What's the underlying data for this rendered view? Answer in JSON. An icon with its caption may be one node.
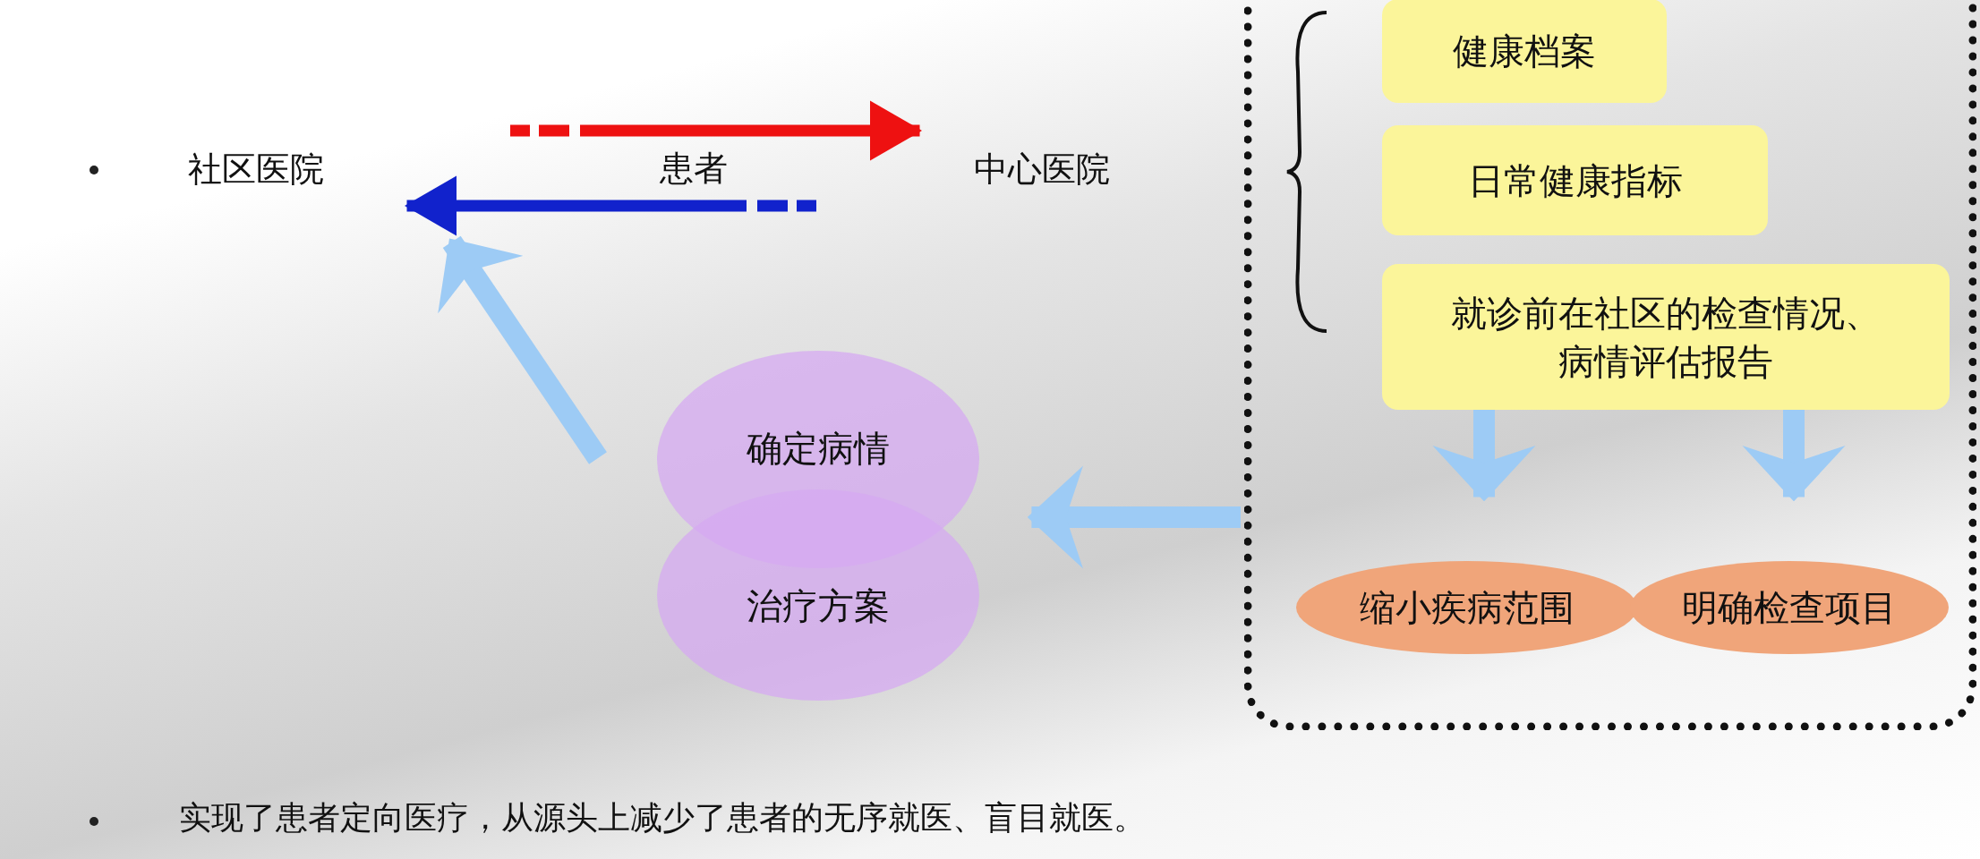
{
  "diagram": {
    "nodes": [
      {
        "text": [
          "社区医院"
        ]
      },
      {
        "text": [
          "患者"
        ]
      },
      {
        "text": [
          "中心医院"
        ]
      },
      {
        "text": [],
        "shape": "box"
      },
      {
        "text": [
          "健康档案"
        ],
        "in": 3
      },
      {
        "text": [
          "日常健康指标"
        ],
        "in": 3
      },
      {
        "text": [
          "就诊前在社区的检查情况、病情评估报告"
        ],
        "in": 3
      },
      {
        "text": [
          "缩小疾病范围"
        ],
        "in": 3
      },
      {
        "text": [
          "明确检查项目"
        ],
        "in": 3
      },
      {
        "text": [
          "确定病情"
        ]
      },
      {
        "text": [
          "治疗方案"
        ]
      }
    ],
    "edges": [
      {
        "from": 0,
        "to": 2,
        "arrow": "to",
        "style": "dashed",
        "color": "#ee1111"
      },
      {
        "from": 2,
        "to": 0,
        "arrow": "to",
        "style": "dashed",
        "color": "#1122cc"
      },
      {
        "from": 9,
        "to": 0,
        "arrow": "to"
      },
      {
        "from": 3,
        "to": 9,
        "arrow": "to"
      },
      {
        "from": 6,
        "to": 7,
        "arrow": "to"
      },
      {
        "from": 6,
        "to": 8,
        "arrow": "to"
      }
    ],
    "labels": [
      "实现了患者定向医疗，从源头上减少了患者的无序就医、盲目就医。"
    ]
  }
}
